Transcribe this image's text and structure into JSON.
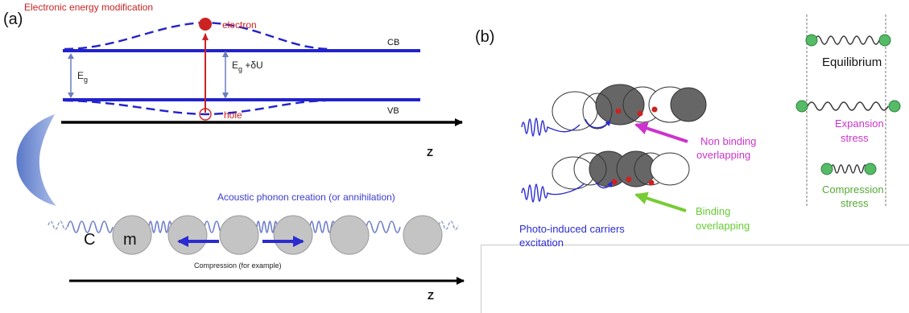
{
  "panel_a": {
    "label": "(a)",
    "title": "Electronic energy modification",
    "electron_label": "electron",
    "hole_label": "hole",
    "cb_label": "CB",
    "vb_label": "VB",
    "eg_label": "E",
    "eg_sub": "g",
    "egdu_label_pre": "E",
    "egdu_sub": "g",
    "egdu_label_post": " +δU",
    "axis_label_top": "Z",
    "phonon_title": "Acoustic phonon creation (or annihilation)",
    "spring_label": "C",
    "mass_label": "m",
    "compression_caption": "Compression (for example)",
    "axis_label_bottom": "Z"
  },
  "panel_b": {
    "label": "(b)",
    "non_binding_line1": "Non binding",
    "non_binding_line2": "overlapping",
    "binding_line1": "Binding",
    "binding_line2": "overlapping",
    "excitation_line1": "Photo-induced carriers",
    "excitation_line2": "excitation",
    "equilibrium": "Equilibrium",
    "expansion_line1": "Expansion",
    "expansion_line2": "stress",
    "compression_line1": "Compression",
    "compression_line2": "stress"
  },
  "colors": {
    "band_blue": "#2222cc",
    "arrow_red": "#cc2222",
    "phonon_blue": "#3b3bd0",
    "magenta": "#cc33cc",
    "green": "#66cc33",
    "sphere_grey": "#c4c4c4",
    "bead_green": "#55bb66"
  }
}
